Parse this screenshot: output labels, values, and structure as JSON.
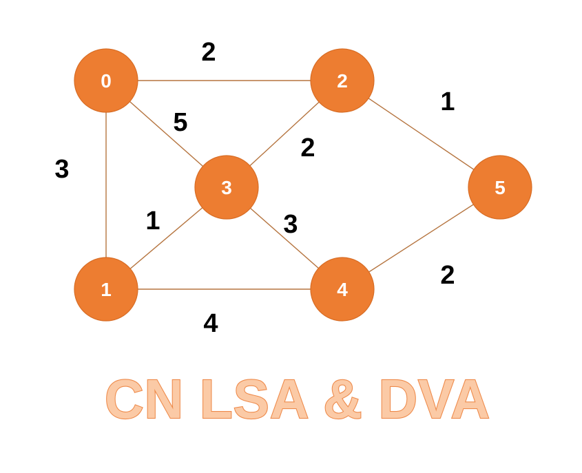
{
  "title": "CN LSA & DVA",
  "colors": {
    "node_fill": "#ed7d31",
    "node_label": "#ffffff",
    "edge": "#b5743f",
    "weight_label": "#000000",
    "title_fill": "#fbcaa6",
    "title_outline": "#ee8a4a"
  },
  "nodes": [
    {
      "id": "0",
      "label": "0"
    },
    {
      "id": "1",
      "label": "1"
    },
    {
      "id": "2",
      "label": "2"
    },
    {
      "id": "3",
      "label": "3"
    },
    {
      "id": "4",
      "label": "4"
    },
    {
      "id": "5",
      "label": "5"
    }
  ],
  "edges": [
    {
      "from": "0",
      "to": "2",
      "weight": "2"
    },
    {
      "from": "0",
      "to": "1",
      "weight": "3"
    },
    {
      "from": "0",
      "to": "3",
      "weight": "5"
    },
    {
      "from": "2",
      "to": "3",
      "weight": "2"
    },
    {
      "from": "2",
      "to": "5",
      "weight": "1"
    },
    {
      "from": "1",
      "to": "3",
      "weight": "1"
    },
    {
      "from": "3",
      "to": "4",
      "weight": "3"
    },
    {
      "from": "1",
      "to": "4",
      "weight": "4"
    },
    {
      "from": "4",
      "to": "5",
      "weight": "2"
    }
  ]
}
